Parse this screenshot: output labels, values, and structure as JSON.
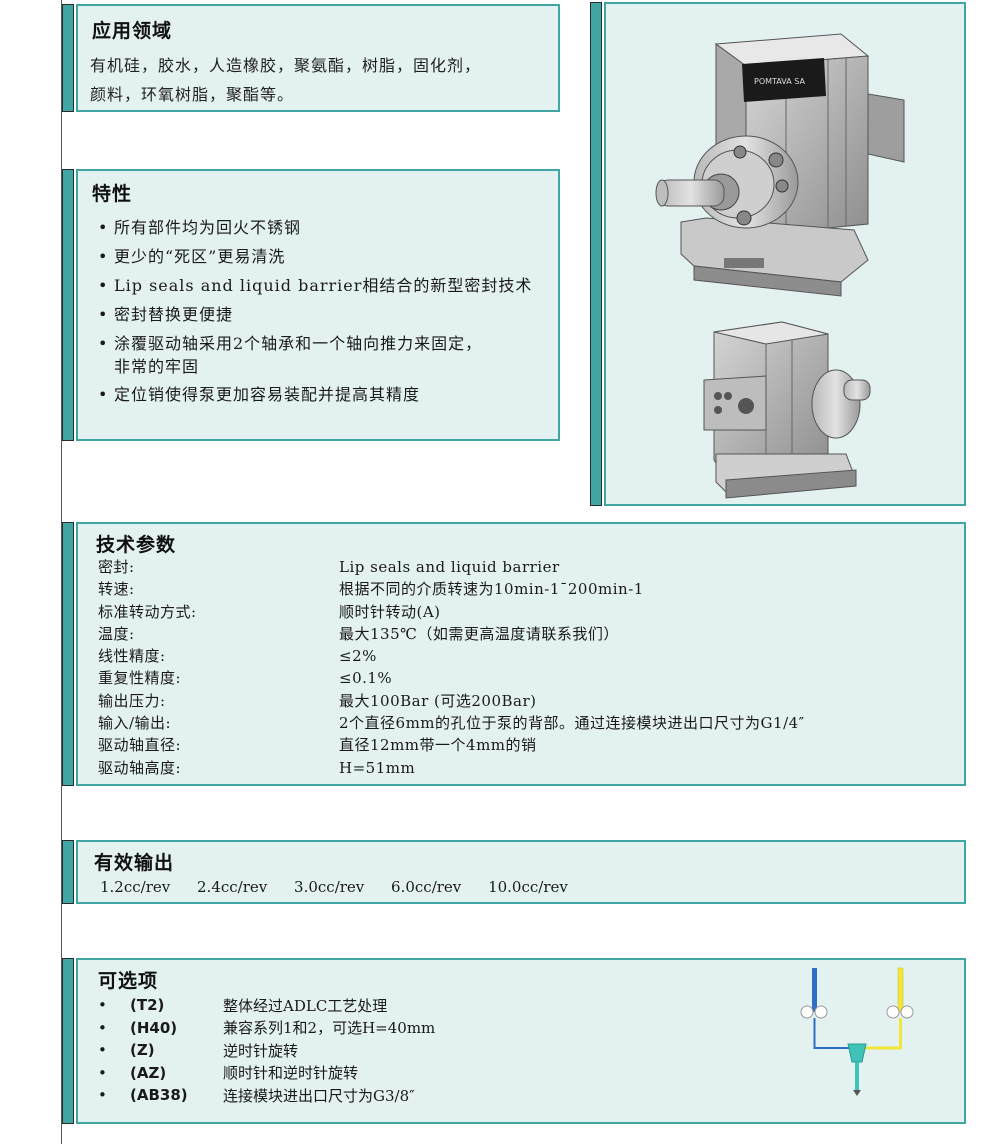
{
  "applications": {
    "title": "应用领域",
    "lines": [
      "有机硅，胶水，人造橡胶，聚氨酯，树脂，固化剂，",
      "颜料，环氧树脂，聚酯等。"
    ]
  },
  "features": {
    "title": "特性",
    "items": [
      "所有部件均为回火不锈钢",
      "更少的“死区”更易清洗",
      "Lip seals and liquid barrier相结合的新型密封技术",
      "密封替换更便捷",
      "涂覆驱动轴采用2个轴承和一个轴向推力来固定，",
      "定位销使得泵更加容易装配并提高其精度"
    ],
    "item_continuation": "非常的牢固",
    "bullet": "•"
  },
  "product_photo": {
    "label_text": "POMTAVA SA"
  },
  "tech_params": {
    "title": "技术参数",
    "rows": [
      {
        "key": "密封:",
        "value": "Lip seals and liquid barrier"
      },
      {
        "key": "转速:",
        "value": "根据不同的介质转速为10min-1¯200min-1"
      },
      {
        "key": "标准转动方式:",
        "value": "顺时针转动(A)"
      },
      {
        "key": "温度:",
        "value": "最大135℃（如需更高温度请联系我们）"
      },
      {
        "key": "线性精度:",
        "value": "≤2%"
      },
      {
        "key": "重复性精度:",
        "value": "≤0.1%"
      },
      {
        "key": "输出压力:",
        "value": "最大100Bar (可选200Bar)"
      },
      {
        "key": "输入/输出:",
        "value": "2个直径6mm的孔位于泵的背部。通过连接模块进出口尺寸为G1/4″"
      },
      {
        "key": "驱动轴直径:",
        "value": "直径12mm带一个4mm的销"
      },
      {
        "key": "驱动轴高度:",
        "value": "H=51mm"
      }
    ]
  },
  "output": {
    "title": "有效输出",
    "values": [
      "1.2cc/rev",
      "2.4cc/rev",
      "3.0cc/rev",
      "6.0cc/rev",
      "10.0cc/rev"
    ]
  },
  "options": {
    "title": "可选项",
    "bullet": "•",
    "items": [
      {
        "code": "(T2)",
        "desc": "整体经过ADLC工艺处理"
      },
      {
        "code": "(H40)",
        "desc": "兼容系列1和2，可选H=40mm"
      },
      {
        "code": "(Z)",
        "desc": "逆时针旋转"
      },
      {
        "code": "(AZ)",
        "desc": "顺时针和逆时针旋转"
      },
      {
        "code": "(AB38)",
        "desc": "连接模块进出口尺寸为G3/8″"
      }
    ]
  },
  "colors": {
    "panel_bg": "#e3f1f1",
    "panel_border": "#3fa6a3",
    "diagram_blue": "#2d6fc4",
    "diagram_yellow": "#f2e63a",
    "diagram_teal": "#3fc3b8"
  }
}
